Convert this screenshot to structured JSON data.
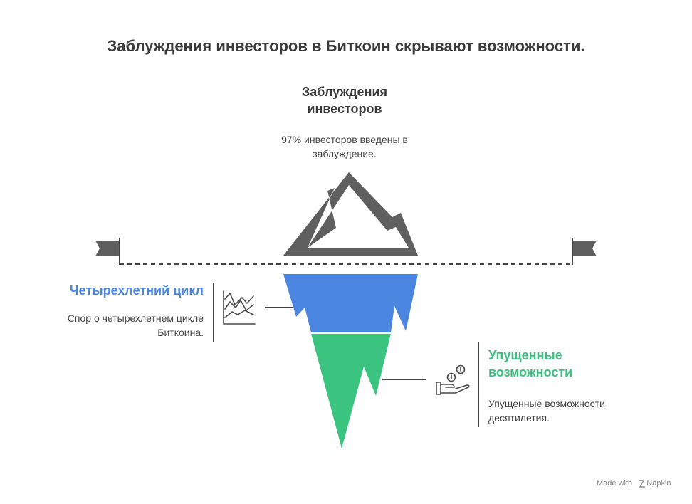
{
  "title": "Заблуждения инвесторов в Биткоин скрывают возможности.",
  "top": {
    "heading": "Заблуждения инвесторов",
    "description": "97% инвесторов введены в заблуждение."
  },
  "left": {
    "heading": "Четырехлетний цикл",
    "description": "Спор о четырехлетнем цикле Биткоина.",
    "icon": "line-chart-icon"
  },
  "right": {
    "heading": "Упущенные возможности",
    "description": "Упущенные возможности десятилетия.",
    "icon": "hand-coins-icon"
  },
  "footer": {
    "made_with": "Made with",
    "brand": "Napkin"
  },
  "colors": {
    "mountain": "#5f5f5f",
    "blue_layer": "#4a86e0",
    "green_layer": "#3bc47f",
    "flag": "#5f5f5f"
  }
}
